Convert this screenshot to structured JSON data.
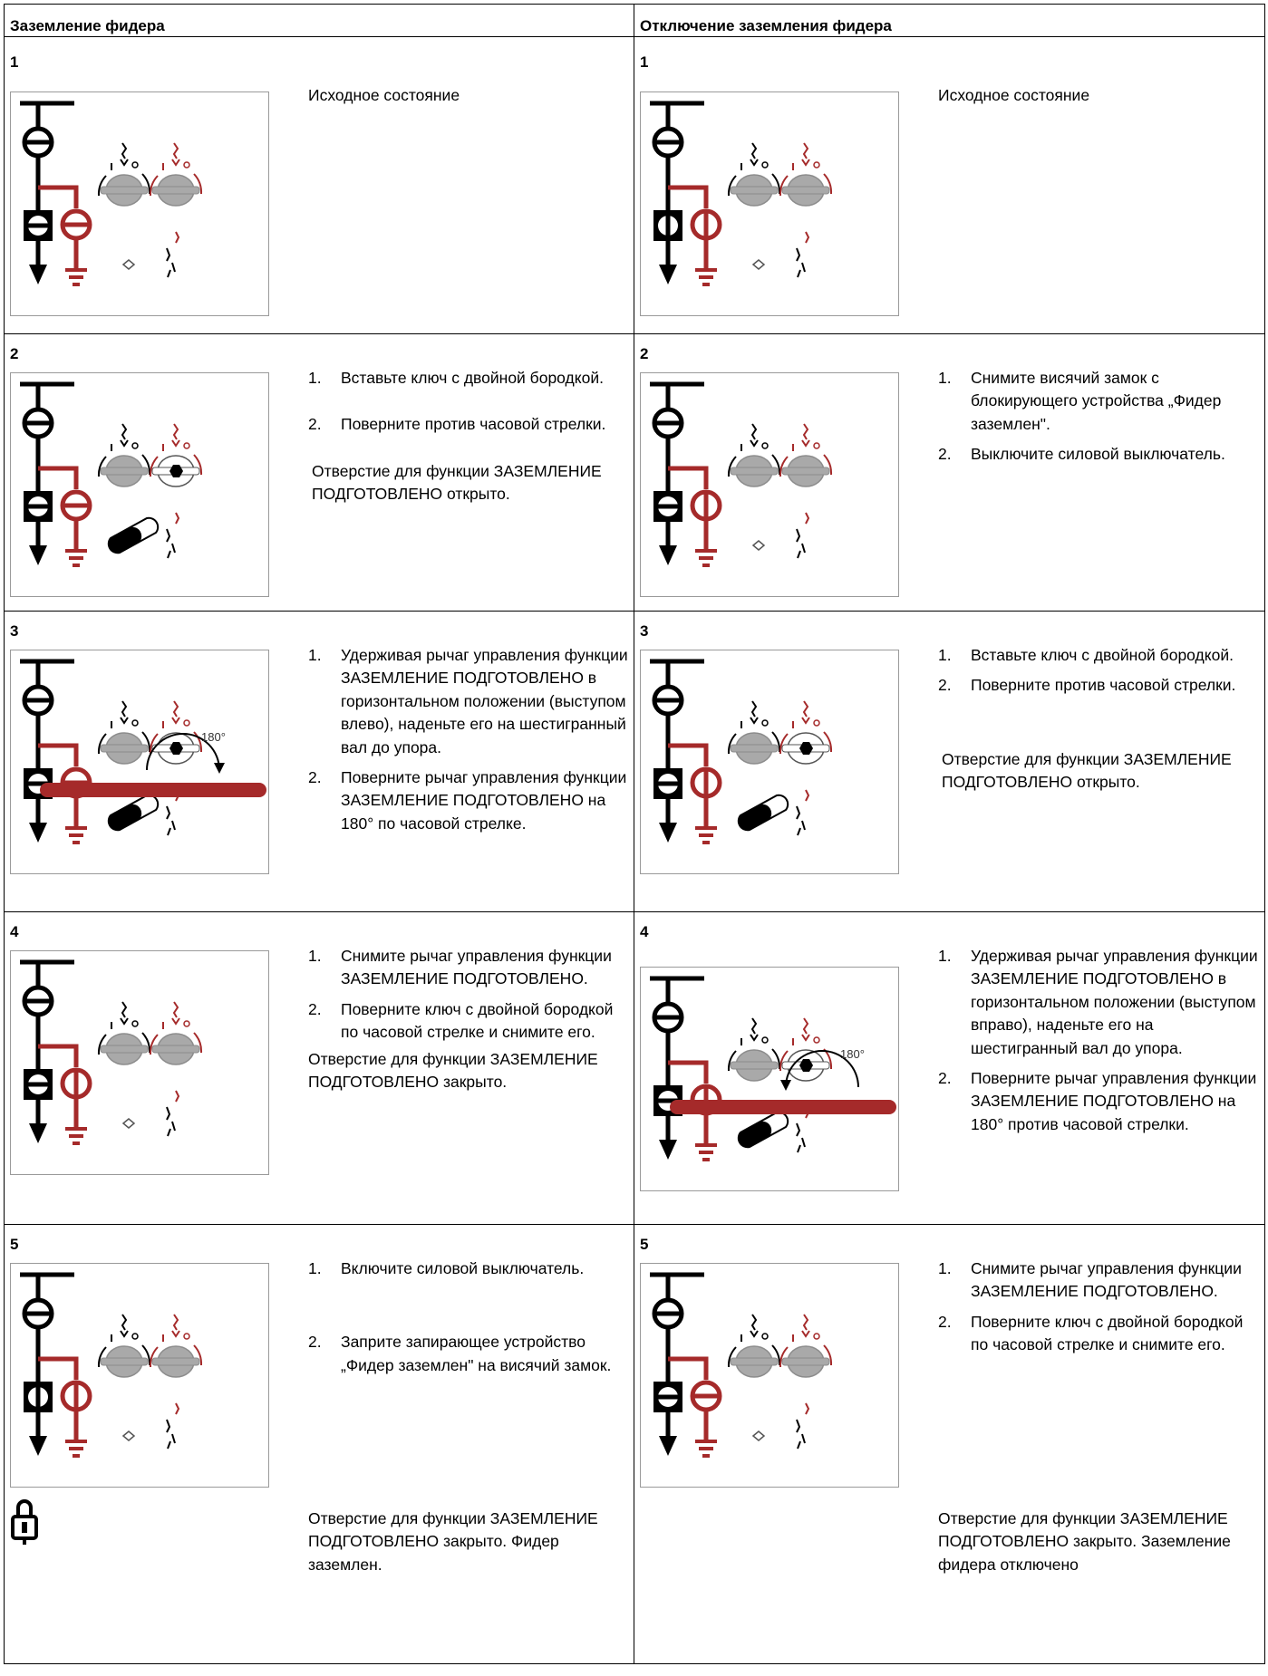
{
  "columns": {
    "left_title": "Заземление фидера",
    "right_title": "Отключение заземления фидера"
  },
  "left": {
    "s1": {
      "num": "1",
      "text": "Исходное состояние"
    },
    "s2": {
      "num": "2",
      "items": [
        "Вставьте ключ с двойной бородкой.",
        "Поверните против часовой стрелки."
      ],
      "note": "Отверстие для функции ЗАЗЕМЛЕНИЕ ПОДГОТОВЛЕНО открыто."
    },
    "s3": {
      "num": "3",
      "items": [
        "Удерживая рычаг управления функции ЗАЗЕМЛЕНИЕ ПОДГОТОВЛЕНО в горизонтальном положении (выступом влево), наденьте его на шестигранный вал до упора.",
        "Поверните рычаг управления функции ЗАЗЕМЛЕНИЕ ПОДГОТОВЛЕНО на 180° по часовой стрелке."
      ],
      "angle": "180°"
    },
    "s4": {
      "num": "4",
      "items": [
        "Снимите рычаг управления функции ЗАЗЕМЛЕНИЕ ПОДГОТОВЛЕНО.",
        "Поверните ключ с двойной бородкой по часовой стрелке и снимите его."
      ],
      "note": "Отверстие для функции ЗАЗЕМЛЕНИЕ ПОДГОТОВЛЕНО закрыто."
    },
    "s5": {
      "num": "5",
      "items": [
        "Включите силовой выключатель.",
        "Заприте запирающее устройство „Фидер заземлен\" на висячий замок."
      ],
      "note": "Отверстие для функции ЗАЗЕМЛЕНИЕ ПОДГОТОВЛЕНО закрыто. Фидер заземлен."
    }
  },
  "right": {
    "s1": {
      "num": "1",
      "text": "Исходное состояние"
    },
    "s2": {
      "num": "2",
      "items": [
        "Снимите висячий замок с блокирующего устройства „Фидер заземлен\".",
        "Выключите силовой выключатель."
      ]
    },
    "s3": {
      "num": "3",
      "items": [
        "Вставьте ключ с двойной бородкой.",
        "Поверните против часовой стрелки."
      ],
      "note": "Отверстие для функции ЗАЗЕМЛЕНИЕ ПОДГОТОВЛЕНО открыто."
    },
    "s4": {
      "num": "4",
      "items": [
        "Удерживая рычаг управления функции ЗАЗЕМЛЕНИЕ ПОДГОТОВЛЕНО в горизонтальном положении (выступом вправо), наденьте его на шестигранный вал до упора.",
        "Поверните рычаг управления функции ЗАЗЕМЛЕНИЕ ПОДГОТОВЛЕНО на 180° против часовой стрелки."
      ],
      "angle": "180°"
    },
    "s5": {
      "num": "5",
      "items": [
        "Снимите рычаг управления функции ЗАЗЕМЛЕНИЕ ПОДГОТОВЛЕНО.",
        "Поверните ключ с двойной бородкой по часовой стрелке и снимите его."
      ],
      "note": "Отверстие для функции ЗАЗЕМЛЕНИЕ ПОДГОТОВЛЕНО закрыто. Заземление фидера отключено"
    }
  },
  "list_numbers": [
    "1.",
    "2."
  ],
  "colors": {
    "red": "#a52a2a",
    "gray": "#9e9e9e"
  },
  "icons": [
    "single-line-diagram",
    "rotary-switch-icon",
    "padlock-icon",
    "lever-icon"
  ]
}
